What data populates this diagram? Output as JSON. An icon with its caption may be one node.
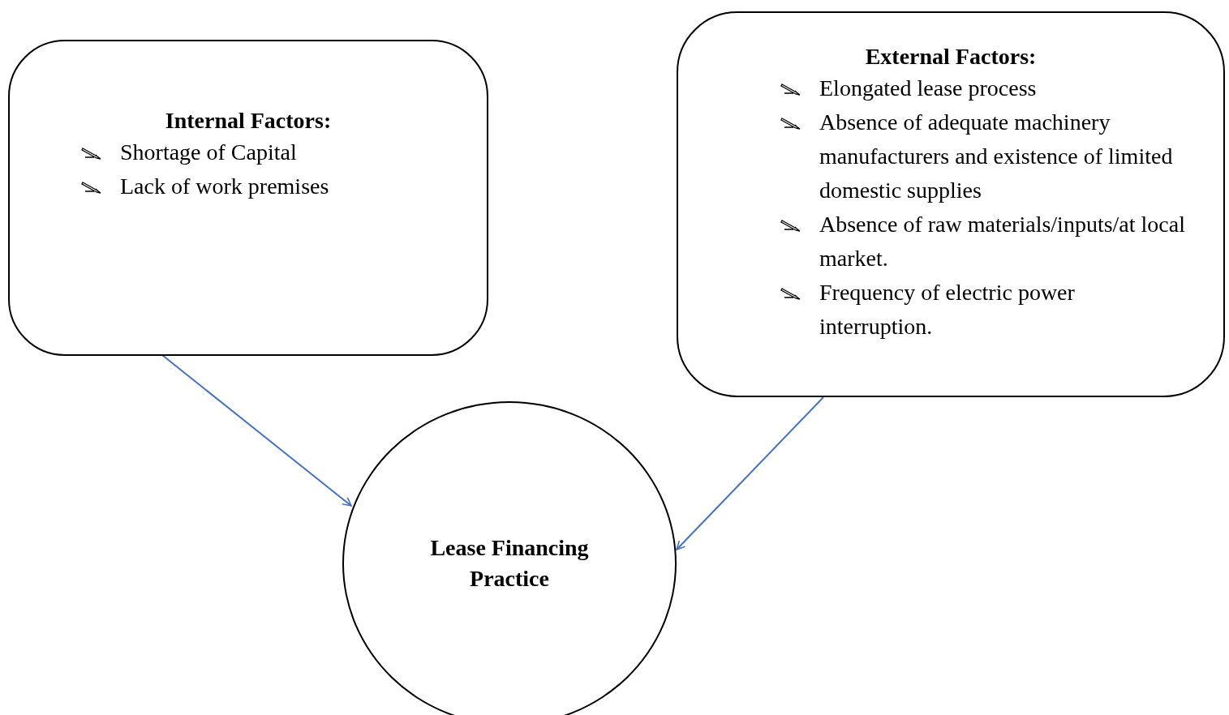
{
  "diagram": {
    "nodes": [
      {
        "text": [
          "Internal Factors:",
          "Shortage of Capital",
          "Lack of work premises"
        ]
      },
      {
        "text": [
          "External Factors:",
          "Elongated lease process",
          "Absence of adequate machinery manufacturers and existence of limited domestic supplies",
          "Absence of raw materials/inputs/at local market.",
          "Frequency of electric power interruption."
        ]
      },
      {
        "text": [
          "Lease Financing Practice"
        ]
      }
    ],
    "edges": [
      {
        "from": 0,
        "to": 2,
        "arrow": "to"
      },
      {
        "from": 1,
        "to": 2,
        "arrow": "to"
      }
    ]
  }
}
